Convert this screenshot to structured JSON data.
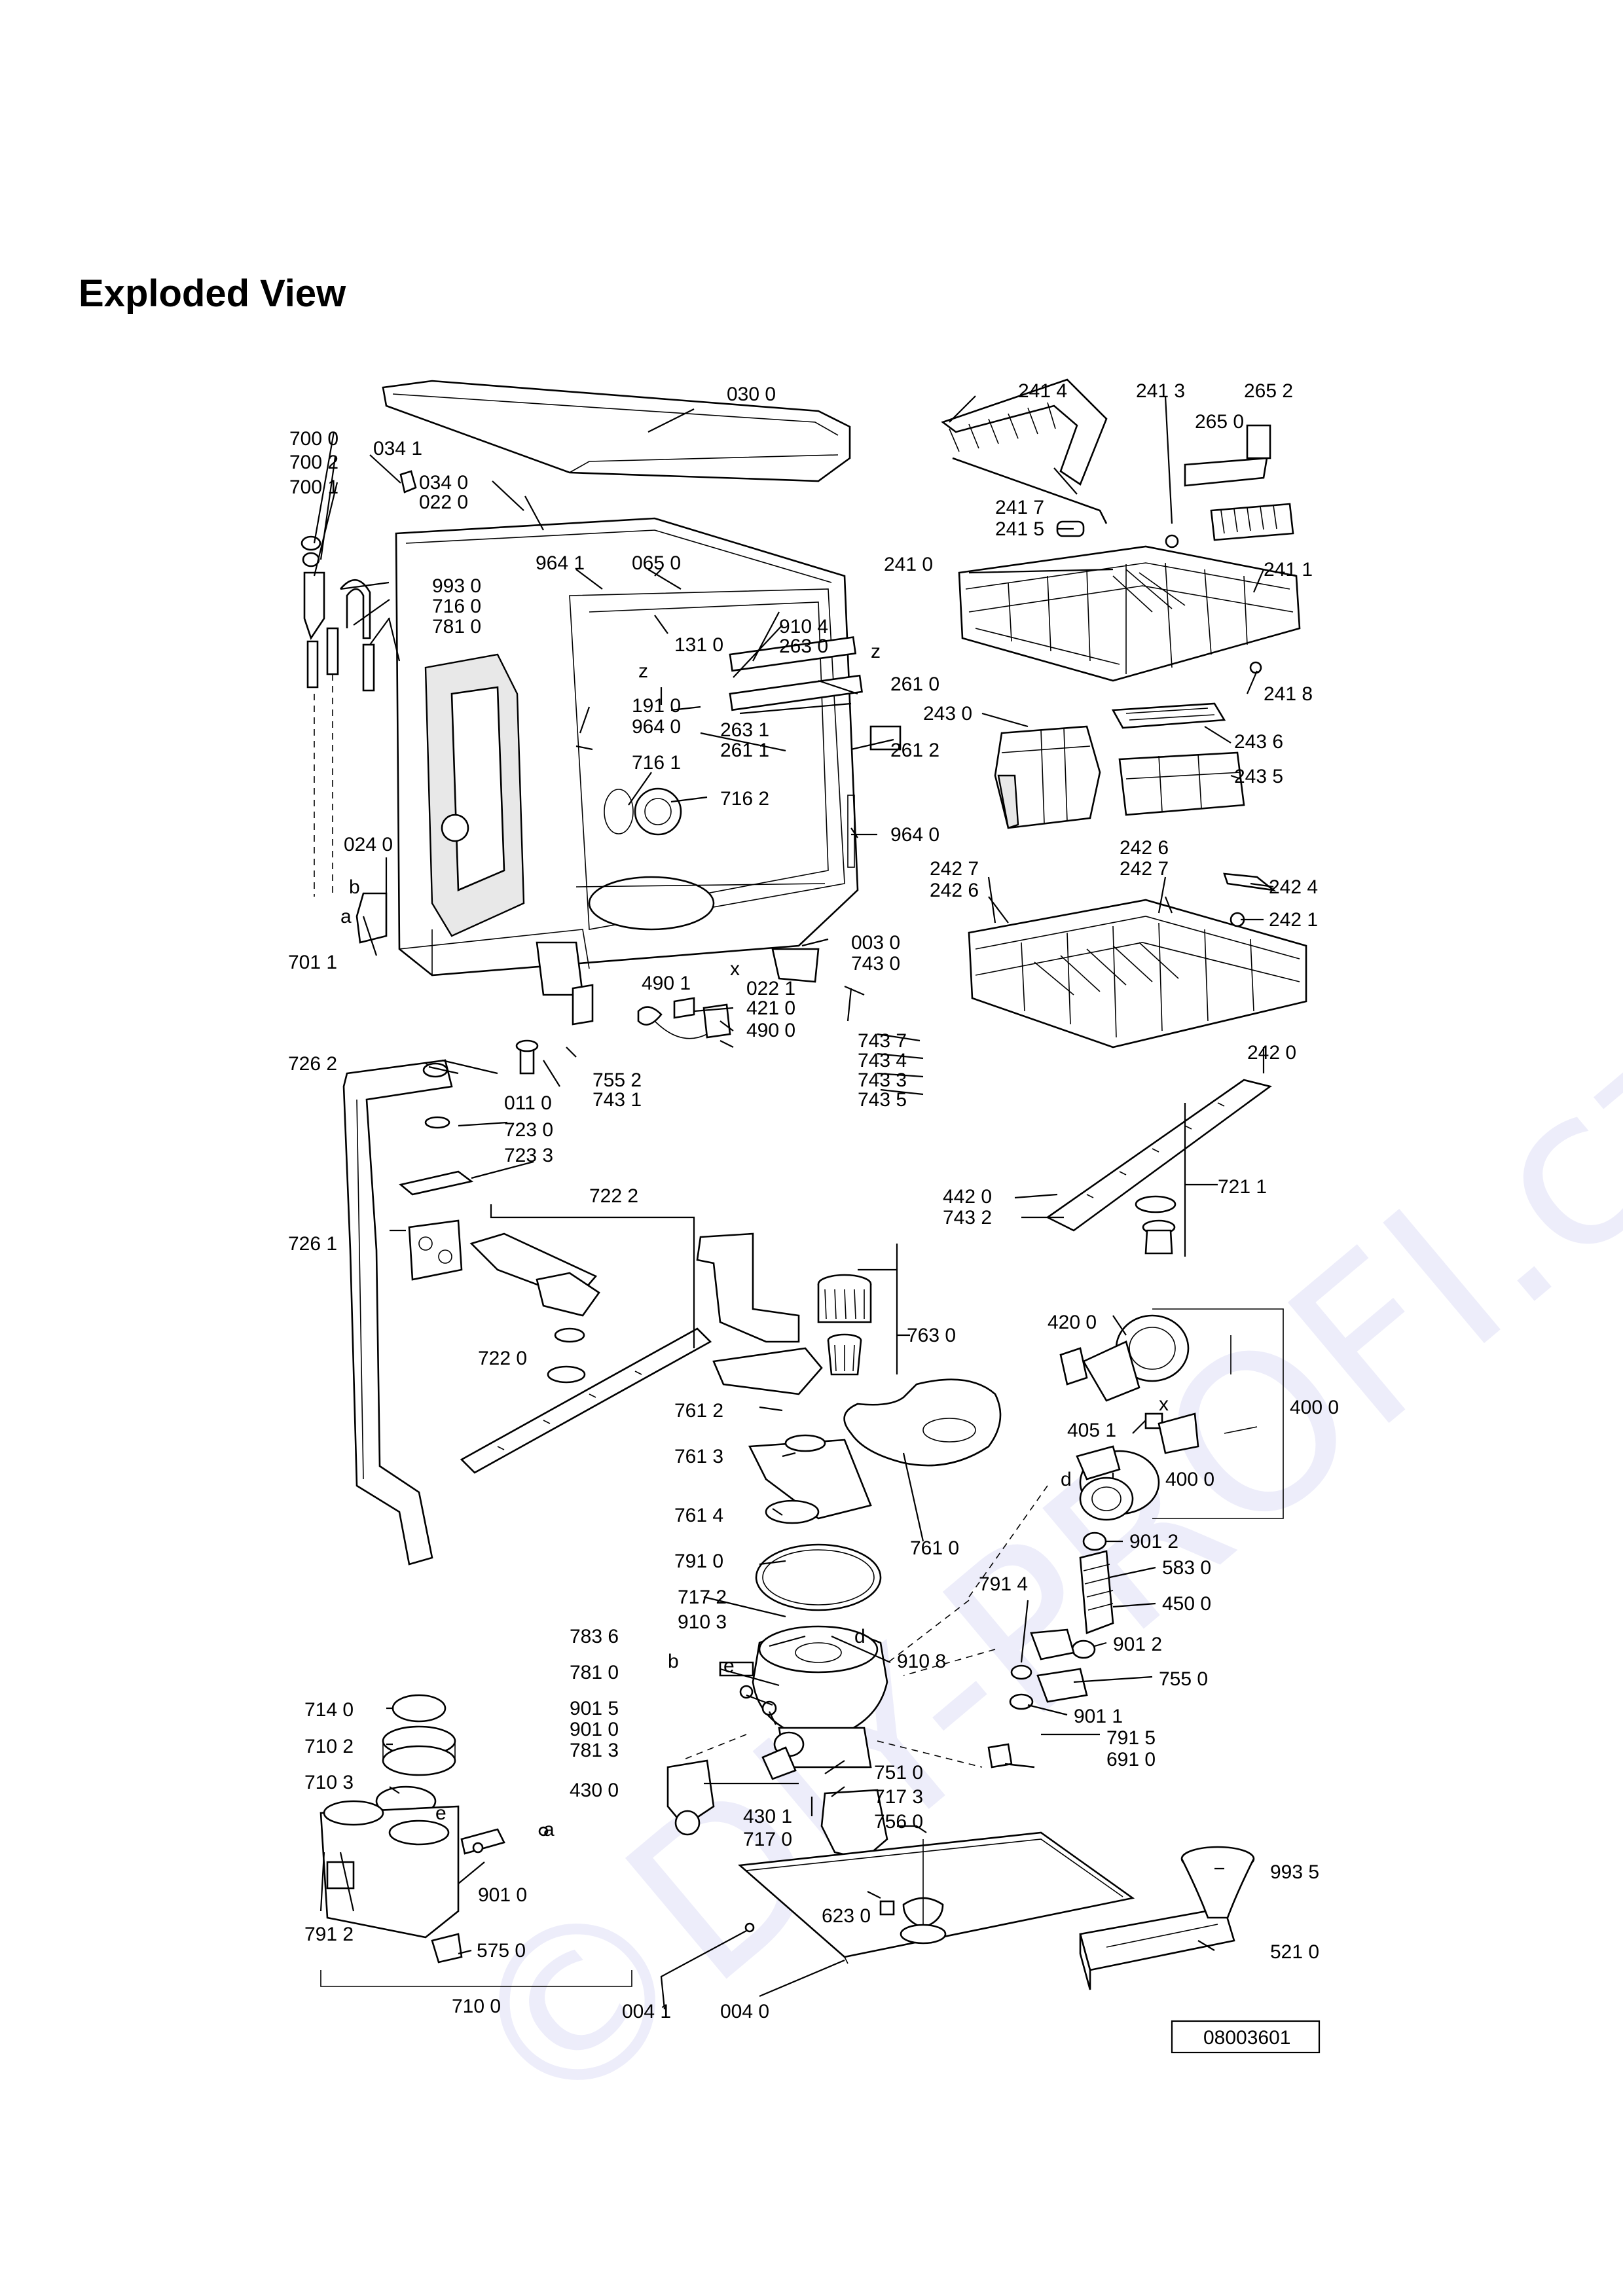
{
  "page_title": "Exploded View",
  "watermark": "©DIY-PROFI.cz",
  "drawing_number": "08003601",
  "part_labels": [
    {
      "id": "p0300",
      "text": "030 0"
    },
    {
      "id": "p7000",
      "text": "700 0"
    },
    {
      "id": "p7002",
      "text": "700 2"
    },
    {
      "id": "p7001",
      "text": "700 1"
    },
    {
      "id": "p0341",
      "text": "034 1"
    },
    {
      "id": "p0340",
      "text": "034 0"
    },
    {
      "id": "p0220",
      "text": "022 0"
    },
    {
      "id": "p9641a",
      "text": "964 1"
    },
    {
      "id": "p0650",
      "text": "065 0"
    },
    {
      "id": "p9930",
      "text": "993 0"
    },
    {
      "id": "p7160",
      "text": "716 0"
    },
    {
      "id": "p7810",
      "text": "781 0"
    },
    {
      "id": "p1310",
      "text": "131 0"
    },
    {
      "id": "p9104",
      "text": "910 4"
    },
    {
      "id": "p2630",
      "text": "263 0"
    },
    {
      "id": "p2610",
      "text": "261 0"
    },
    {
      "id": "p1910",
      "text": "191 0"
    },
    {
      "id": "p9640a",
      "text": "964 0"
    },
    {
      "id": "p7161",
      "text": "716 1"
    },
    {
      "id": "p2631",
      "text": "263 1"
    },
    {
      "id": "p2611",
      "text": "261 1"
    },
    {
      "id": "p2612",
      "text": "261 2"
    },
    {
      "id": "p7162",
      "text": "716 2"
    },
    {
      "id": "p9640b",
      "text": "964 0"
    },
    {
      "id": "p0240",
      "text": "024 0"
    },
    {
      "id": "p7011",
      "text": "701 1"
    },
    {
      "id": "p0030",
      "text": "003 0"
    },
    {
      "id": "p4901",
      "text": "490 1"
    },
    {
      "id": "p4210",
      "text": "421 0"
    },
    {
      "id": "p4900",
      "text": "490 0"
    },
    {
      "id": "p0221",
      "text": "022 1"
    },
    {
      "id": "p7430",
      "text": "743 0"
    },
    {
      "id": "p7437",
      "text": "743 7"
    },
    {
      "id": "p7434",
      "text": "743 4"
    },
    {
      "id": "p7433",
      "text": "743 3"
    },
    {
      "id": "p7435",
      "text": "743 5"
    },
    {
      "id": "p7552",
      "text": "755 2"
    },
    {
      "id": "p7431",
      "text": "743 1"
    },
    {
      "id": "p0110",
      "text": "011 0"
    },
    {
      "id": "p7262",
      "text": "726 2"
    },
    {
      "id": "p7230",
      "text": "723 0"
    },
    {
      "id": "p7233",
      "text": "723 3"
    },
    {
      "id": "p7222",
      "text": "722 2"
    },
    {
      "id": "p7261",
      "text": "726 1"
    },
    {
      "id": "p7220",
      "text": "722 0"
    },
    {
      "id": "p4420",
      "text": "442 0"
    },
    {
      "id": "p7432",
      "text": "743 2"
    },
    {
      "id": "p2414",
      "text": "241 4"
    },
    {
      "id": "p2413",
      "text": "241 3"
    },
    {
      "id": "p2652",
      "text": "265 2"
    },
    {
      "id": "p2650",
      "text": "265 0"
    },
    {
      "id": "p2417",
      "text": "241 7"
    },
    {
      "id": "p2415",
      "text": "241 5"
    },
    {
      "id": "p2410",
      "text": "241 0"
    },
    {
      "id": "p2411",
      "text": "241 1"
    },
    {
      "id": "p2418",
      "text": "241 8"
    },
    {
      "id": "p2430",
      "text": "243 0"
    },
    {
      "id": "p2436",
      "text": "243 6"
    },
    {
      "id": "p2435",
      "text": "243 5"
    },
    {
      "id": "p2427a",
      "text": "242 7"
    },
    {
      "id": "p2426a",
      "text": "242 6"
    },
    {
      "id": "p2426b",
      "text": "242 6"
    },
    {
      "id": "p2427b",
      "text": "242 7"
    },
    {
      "id": "p2424",
      "text": "242 4"
    },
    {
      "id": "p2421",
      "text": "242 1"
    },
    {
      "id": "p2420",
      "text": "242 0"
    },
    {
      "id": "p7211",
      "text": "721 1"
    },
    {
      "id": "p7630",
      "text": "763 0"
    },
    {
      "id": "p7612",
      "text": "761 2"
    },
    {
      "id": "p7613",
      "text": "761 3"
    },
    {
      "id": "p7614",
      "text": "761 4"
    },
    {
      "id": "p7610",
      "text": "761 0"
    },
    {
      "id": "p7910",
      "text": "791 0"
    },
    {
      "id": "p4200",
      "text": "420 0"
    },
    {
      "id": "p4000a",
      "text": "400 0"
    },
    {
      "id": "p4051",
      "text": "405 1"
    },
    {
      "id": "p4000b",
      "text": "400 0"
    },
    {
      "id": "p9012a",
      "text": "901 2"
    },
    {
      "id": "p5830",
      "text": "583 0"
    },
    {
      "id": "p4500",
      "text": "450 0"
    },
    {
      "id": "p9012b",
      "text": "901 2"
    },
    {
      "id": "p7914",
      "text": "791 4"
    },
    {
      "id": "p7550",
      "text": "755 0"
    },
    {
      "id": "p9011",
      "text": "901 1"
    },
    {
      "id": "p7915",
      "text": "791 5"
    },
    {
      "id": "p6910",
      "text": "691 0"
    },
    {
      "id": "p7172",
      "text": "717 2"
    },
    {
      "id": "p9103",
      "text": "910 3"
    },
    {
      "id": "p9108",
      "text": "910 8"
    },
    {
      "id": "p7836",
      "text": "783 6"
    },
    {
      "id": "p7810b",
      "text": "781 0"
    },
    {
      "id": "p9015",
      "text": "901 5"
    },
    {
      "id": "p9010a",
      "text": "901 0"
    },
    {
      "id": "p7813",
      "text": "781 3"
    },
    {
      "id": "p7510",
      "text": "751 0"
    },
    {
      "id": "p4300",
      "text": "430 0"
    },
    {
      "id": "p7173",
      "text": "717 3"
    },
    {
      "id": "p4301",
      "text": "430 1"
    },
    {
      "id": "p7170",
      "text": "717 0"
    },
    {
      "id": "p7560",
      "text": "756 0"
    },
    {
      "id": "p7140",
      "text": "714 0"
    },
    {
      "id": "p7102",
      "text": "710 2"
    },
    {
      "id": "p7103",
      "text": "710 3"
    },
    {
      "id": "p9010b",
      "text": "901 0"
    },
    {
      "id": "p7912",
      "text": "791 2"
    },
    {
      "id": "p5750",
      "text": "575 0"
    },
    {
      "id": "p7100",
      "text": "710 0"
    },
    {
      "id": "p6230",
      "text": "623 0"
    },
    {
      "id": "p9935",
      "text": "993 5"
    },
    {
      "id": "p5210",
      "text": "521 0"
    },
    {
      "id": "p0041",
      "text": "004 1"
    },
    {
      "id": "p0040",
      "text": "004 0"
    }
  ],
  "reference_letters": [
    {
      "id": "la",
      "text": "a"
    },
    {
      "id": "lb",
      "text": "b"
    },
    {
      "id": "lz1",
      "text": "z"
    },
    {
      "id": "lz2",
      "text": "z"
    },
    {
      "id": "lx1",
      "text": "x"
    },
    {
      "id": "ld",
      "text": "d"
    },
    {
      "id": "lx2",
      "text": "x"
    },
    {
      "id": "lb2",
      "text": "b"
    },
    {
      "id": "le",
      "text": "e"
    },
    {
      "id": "ld2",
      "text": "d"
    },
    {
      "id": "le2",
      "text": "e"
    },
    {
      "id": "la2",
      "text": "a"
    }
  ]
}
